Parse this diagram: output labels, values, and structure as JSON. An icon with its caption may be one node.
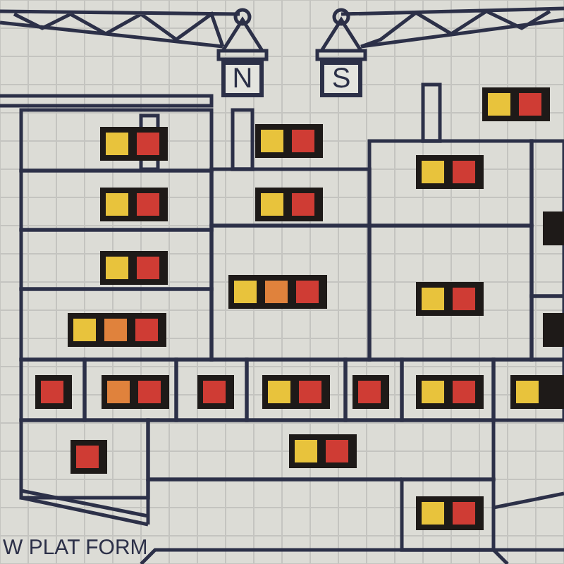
{
  "diagram": {
    "nodes": [
      {
        "text": [
          "N"
        ]
      },
      {
        "text": [
          "S"
        ]
      }
    ],
    "labels": [
      "W PLAT FORM"
    ]
  }
}
